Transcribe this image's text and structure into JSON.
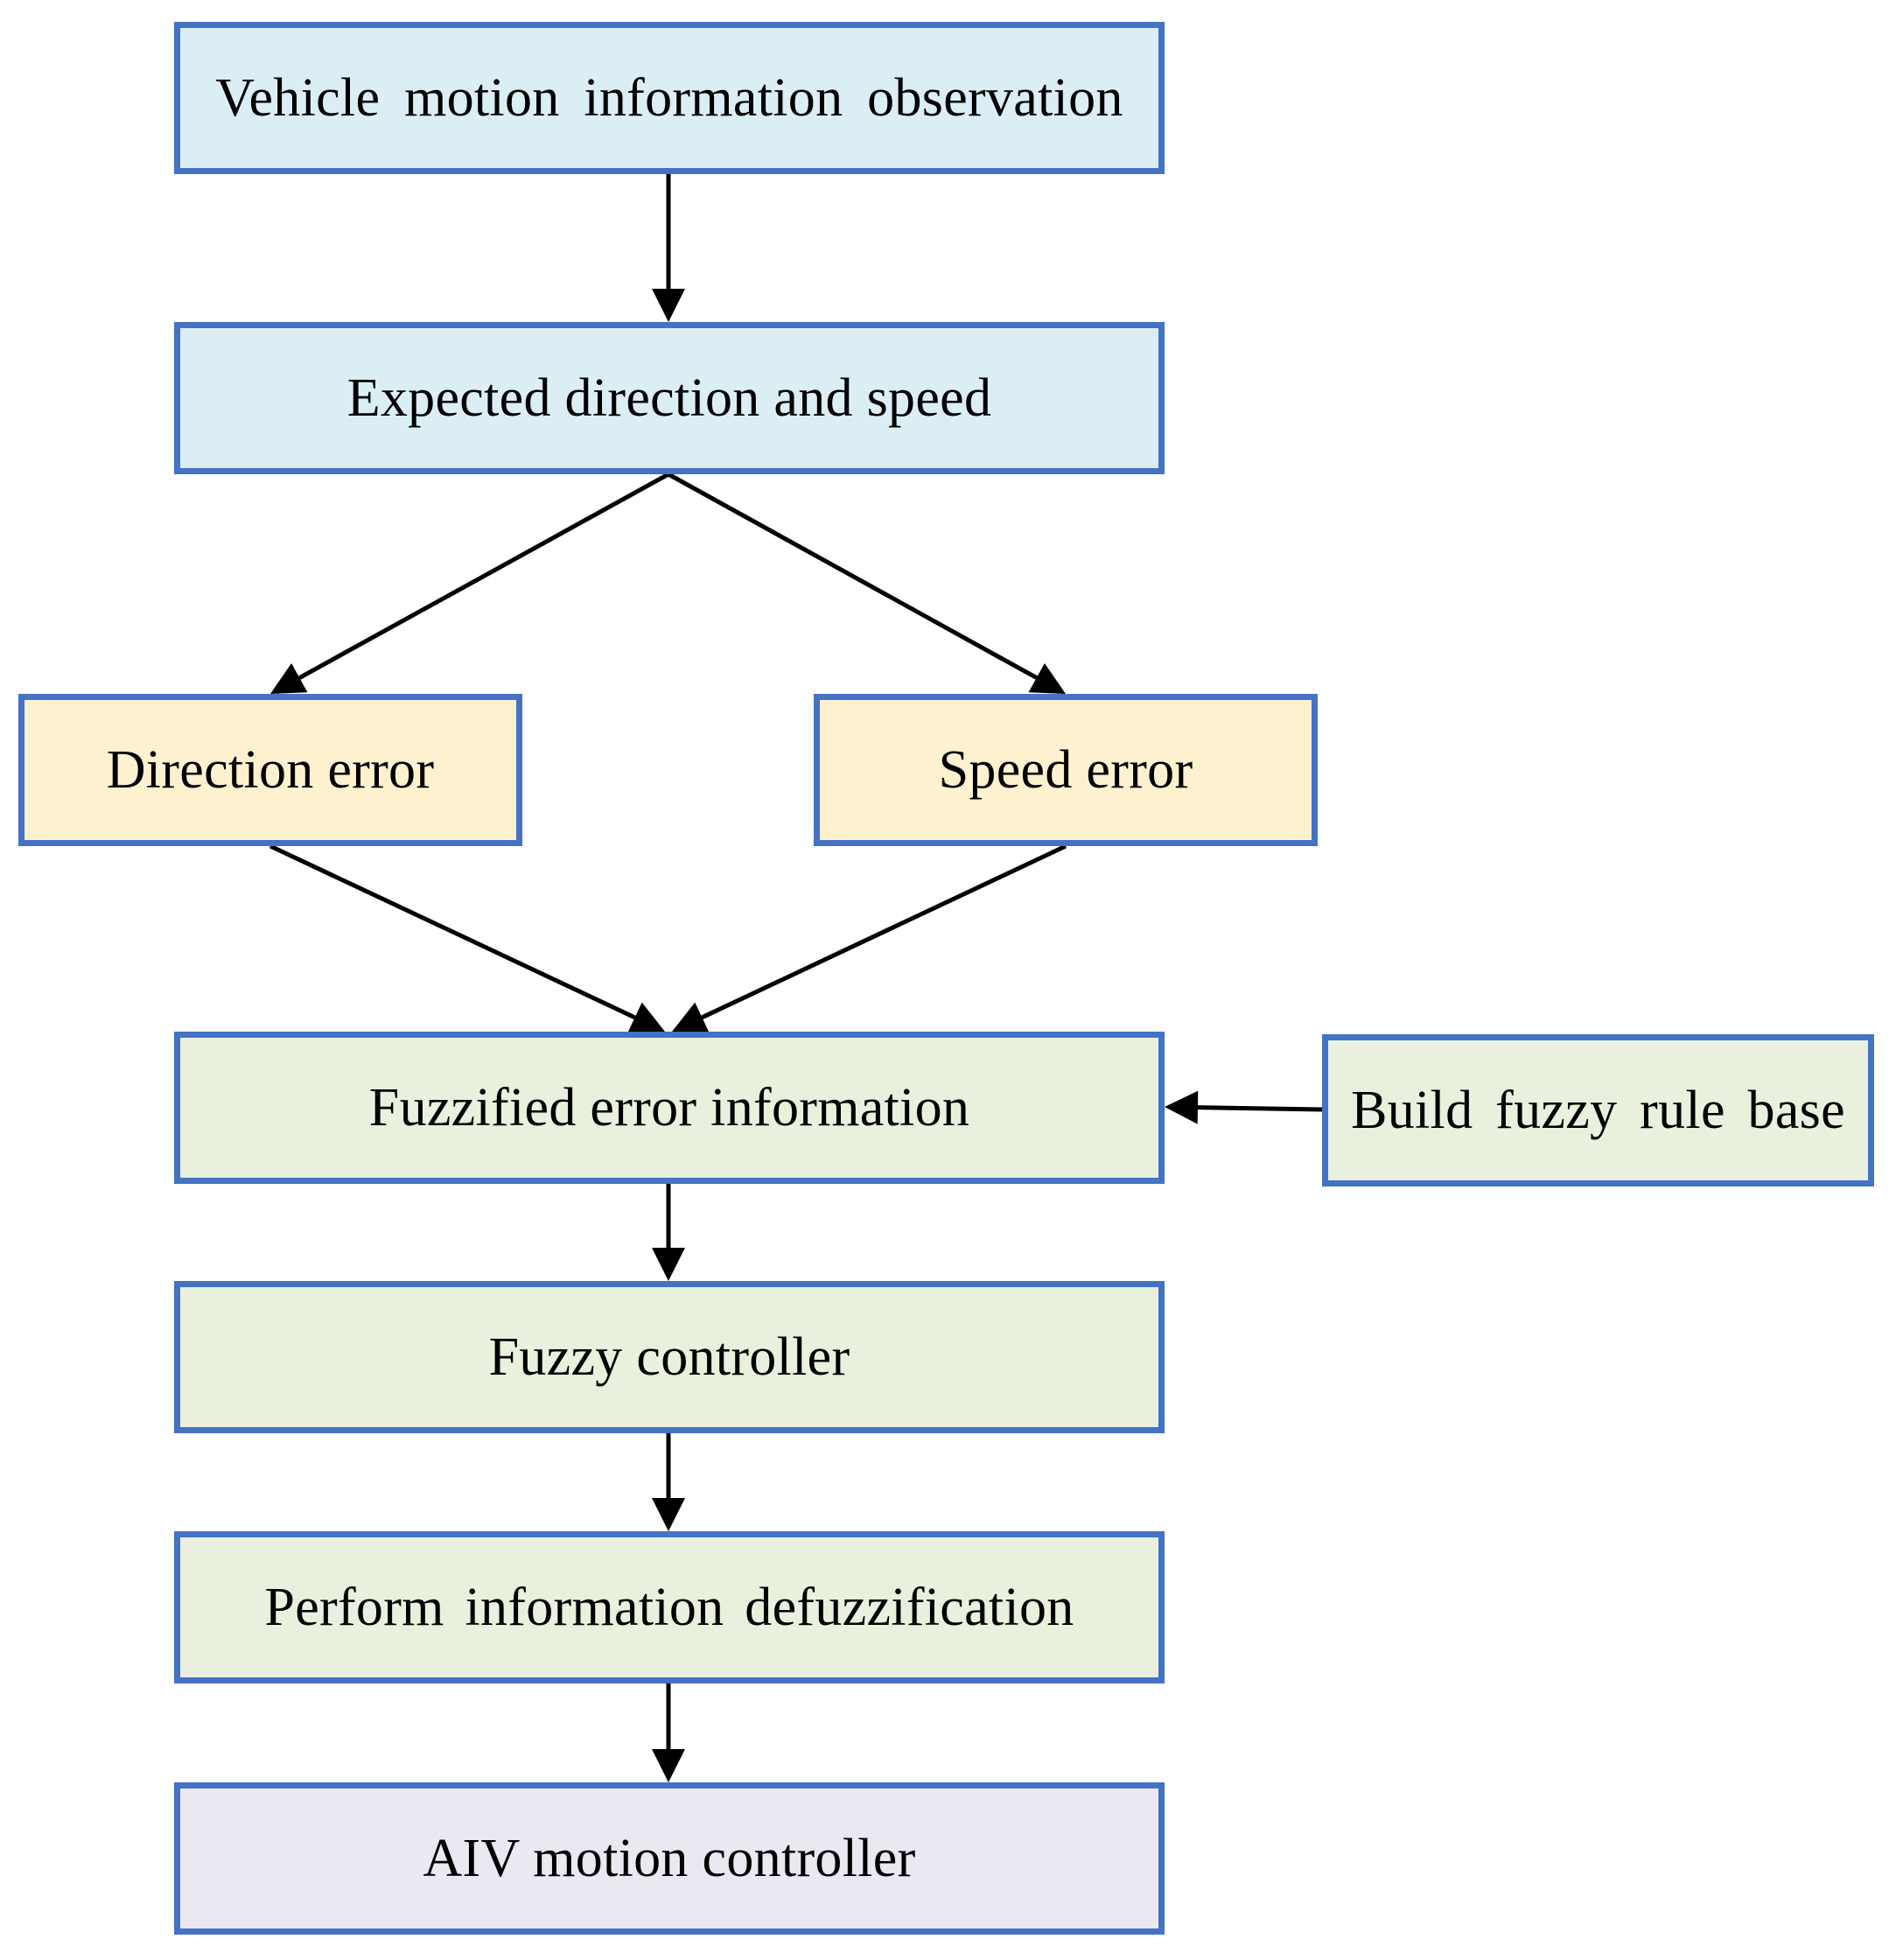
{
  "diagram": {
    "border_color": "#4472c4",
    "arrow_color": "#000000",
    "nodes": [
      {
        "id": "vehicle_observation",
        "label": "Vehicle motion information observation",
        "fill": "#dbeef4"
      },
      {
        "id": "expected_direction_speed",
        "label": "Expected direction and speed",
        "fill": "#dbeef4"
      },
      {
        "id": "direction_error",
        "label": "Direction error",
        "fill": "#fdf1cf"
      },
      {
        "id": "speed_error",
        "label": "Speed error",
        "fill": "#fdf1cf"
      },
      {
        "id": "fuzzified_error",
        "label": "Fuzzified error information",
        "fill": "#e9f0dd"
      },
      {
        "id": "fuzzy_rule_base",
        "label": "Build fuzzy rule base",
        "fill": "#e9f0dd"
      },
      {
        "id": "fuzzy_controller",
        "label": "Fuzzy controller",
        "fill": "#e9f0dd"
      },
      {
        "id": "defuzzification",
        "label": "Perform information defuzzification",
        "fill": "#e9f0dd"
      },
      {
        "id": "aiv_motion_controller",
        "label": "AIV motion controller",
        "fill": "#ebe8f1"
      }
    ],
    "edges": [
      {
        "from": "vehicle_observation",
        "to": "expected_direction_speed"
      },
      {
        "from": "expected_direction_speed",
        "to": "direction_error"
      },
      {
        "from": "expected_direction_speed",
        "to": "speed_error"
      },
      {
        "from": "direction_error",
        "to": "fuzzified_error"
      },
      {
        "from": "speed_error",
        "to": "fuzzified_error"
      },
      {
        "from": "fuzzy_rule_base",
        "to": "fuzzified_error"
      },
      {
        "from": "fuzzified_error",
        "to": "fuzzy_controller"
      },
      {
        "from": "fuzzy_controller",
        "to": "defuzzification"
      },
      {
        "from": "defuzzification",
        "to": "aiv_motion_controller"
      }
    ]
  }
}
